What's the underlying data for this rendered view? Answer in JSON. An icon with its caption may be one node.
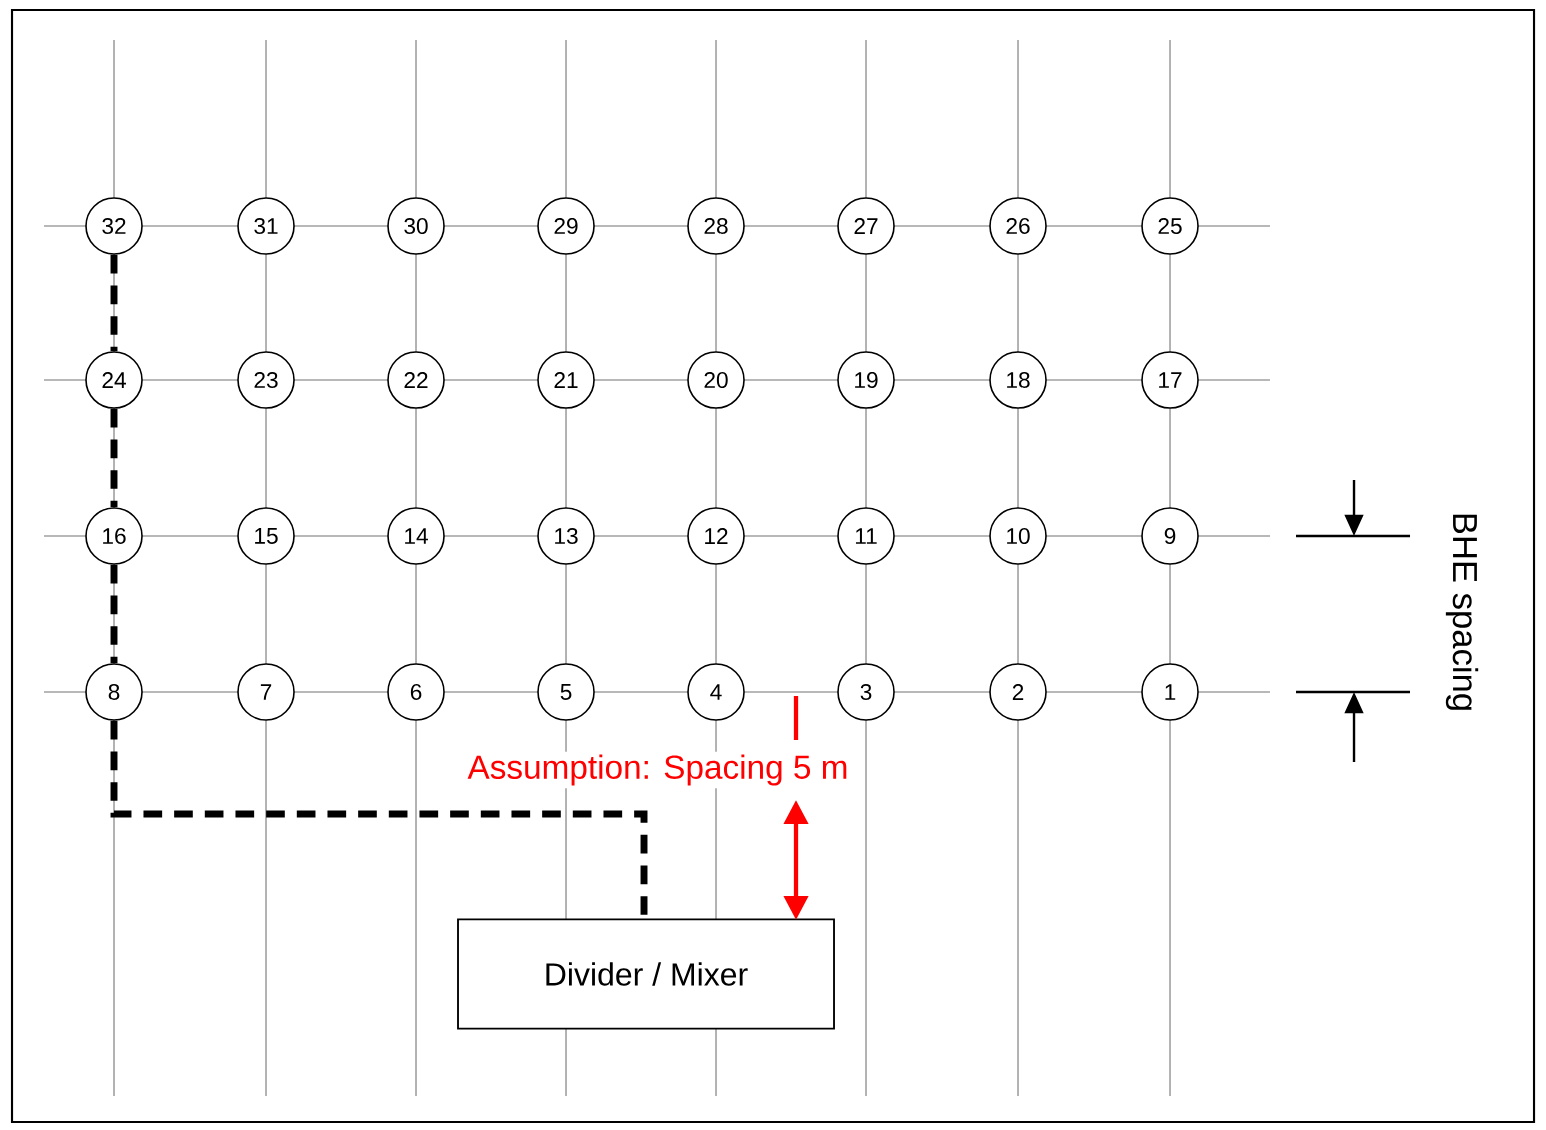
{
  "diagram": {
    "nodes": [
      {
        "text": [
          "32"
        ]
      },
      {
        "text": [
          "31"
        ]
      },
      {
        "text": [
          "30"
        ]
      },
      {
        "text": [
          "29"
        ]
      },
      {
        "text": [
          "28"
        ]
      },
      {
        "text": [
          "27"
        ]
      },
      {
        "text": [
          "26"
        ]
      },
      {
        "text": [
          "25"
        ]
      },
      {
        "text": [
          "24"
        ]
      },
      {
        "text": [
          "23"
        ]
      },
      {
        "text": [
          "22"
        ]
      },
      {
        "text": [
          "21"
        ]
      },
      {
        "text": [
          "20"
        ]
      },
      {
        "text": [
          "19"
        ]
      },
      {
        "text": [
          "18"
        ]
      },
      {
        "text": [
          "17"
        ]
      },
      {
        "text": [
          "16"
        ]
      },
      {
        "text": [
          "15"
        ]
      },
      {
        "text": [
          "14"
        ]
      },
      {
        "text": [
          "13"
        ]
      },
      {
        "text": [
          "12"
        ]
      },
      {
        "text": [
          "11"
        ]
      },
      {
        "text": [
          "10"
        ]
      },
      {
        "text": [
          "9"
        ]
      },
      {
        "text": [
          "8"
        ]
      },
      {
        "text": [
          "7"
        ]
      },
      {
        "text": [
          "6"
        ]
      },
      {
        "text": [
          "5"
        ]
      },
      {
        "text": [
          "4"
        ]
      },
      {
        "text": [
          "3"
        ]
      },
      {
        "text": [
          "2"
        ]
      },
      {
        "text": [
          "1"
        ]
      },
      {
        "text": [
          "Divider / Mixer"
        ]
      }
    ],
    "edges": [
      {
        "from": 0,
        "to": 8,
        "arrow": "none",
        "style": "dashed"
      },
      {
        "from": 8,
        "to": 16,
        "arrow": "none",
        "style": "dashed"
      },
      {
        "from": 16,
        "to": 24,
        "arrow": "none",
        "style": "dashed"
      },
      {
        "from": 24,
        "to": 32,
        "arrow": "none",
        "style": "dashed"
      }
    ],
    "labels": [
      "Assumption: Spacing 5 m",
      "BHE spacing"
    ]
  }
}
